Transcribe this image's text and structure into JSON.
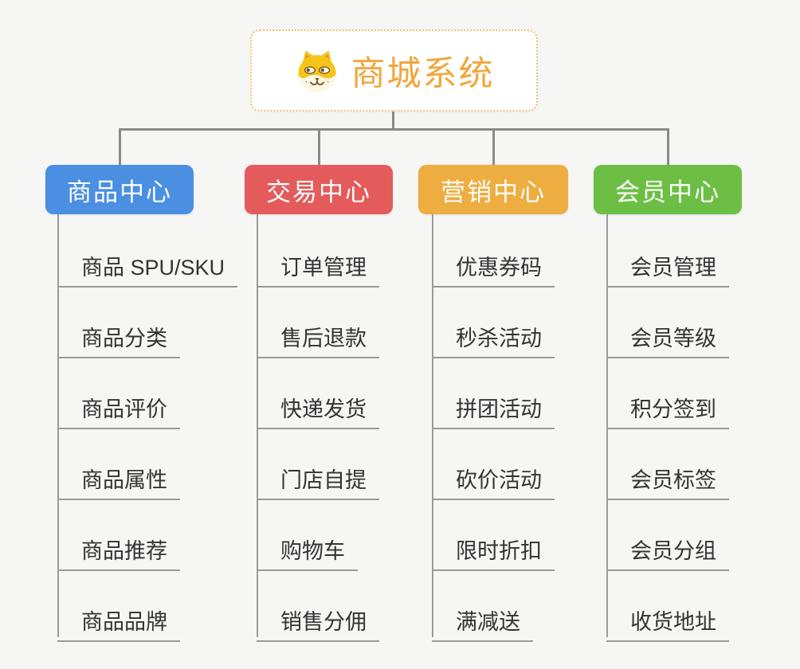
{
  "root": {
    "title": "商城系统",
    "icon": "dog-face-icon"
  },
  "branches": [
    {
      "label": "商品中心",
      "color": "#4a8fe2",
      "items": [
        "商品 SPU/SKU",
        "商品分类",
        "商品评价",
        "商品属性",
        "商品推荐",
        "商品品牌"
      ]
    },
    {
      "label": "交易中心",
      "color": "#e45b5b",
      "items": [
        "订单管理",
        "售后退款",
        "快递发货",
        "门店自提",
        "购物车",
        "销售分佣"
      ]
    },
    {
      "label": "营销中心",
      "color": "#eead40",
      "items": [
        "优惠券码",
        "秒杀活动",
        "拼团活动",
        "砍价活动",
        "限时折扣",
        "满减送"
      ]
    },
    {
      "label": "会员中心",
      "color": "#6cbf44",
      "items": [
        "会员管理",
        "会员等级",
        "积分签到",
        "会员标签",
        "会员分组",
        "收货地址"
      ]
    }
  ],
  "colors": {
    "background": "#f6f6f5",
    "connector": "#8a8a8a",
    "underline": "#9a9a9a",
    "item_text": "#333333",
    "root_accent": "#f2a53c",
    "root_border": "#f0bf72",
    "root_background": "#ffffff"
  }
}
